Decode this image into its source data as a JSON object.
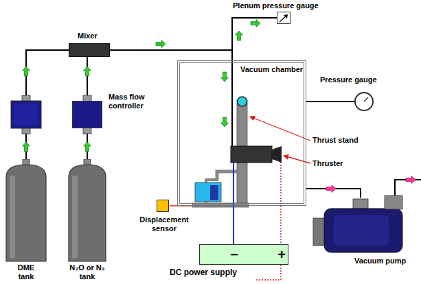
{
  "diagram": {
    "nodes": [
      {
        "text": [
          "Mixer"
        ]
      },
      {
        "text": [
          "Mass flow controller"
        ]
      },
      {
        "text": [
          "DME tank"
        ]
      },
      {
        "text": [
          "N₂O or N₂ tank"
        ]
      },
      {
        "text": [
          "Plenum pressure gauge"
        ]
      },
      {
        "text": [
          "Vacuum chamber"
        ]
      },
      {
        "text": [
          "Pressure gauge"
        ]
      },
      {
        "text": [
          "Vacuum pump"
        ]
      },
      {
        "text": [
          "Displacement sensor"
        ]
      },
      {
        "text": [
          "−",
          "+",
          "DC power supply"
        ]
      }
    ],
    "edges": [
      {
        "from": 2,
        "to": 0,
        "arrow": "none"
      },
      {
        "from": 3,
        "to": 1,
        "arrow": "none"
      },
      {
        "from": 1,
        "to": 0,
        "arrow": "none"
      },
      {
        "from": 0,
        "to": 4,
        "arrow": "none"
      },
      {
        "from": 0,
        "to": 5,
        "arrow": "none"
      },
      {
        "from": 5,
        "to": 6,
        "arrow": "none"
      },
      {
        "from": 5,
        "to": 7,
        "arrow": "none"
      }
    ],
    "labels": [
      "Thrust stand",
      "Thruster"
    ]
  }
}
